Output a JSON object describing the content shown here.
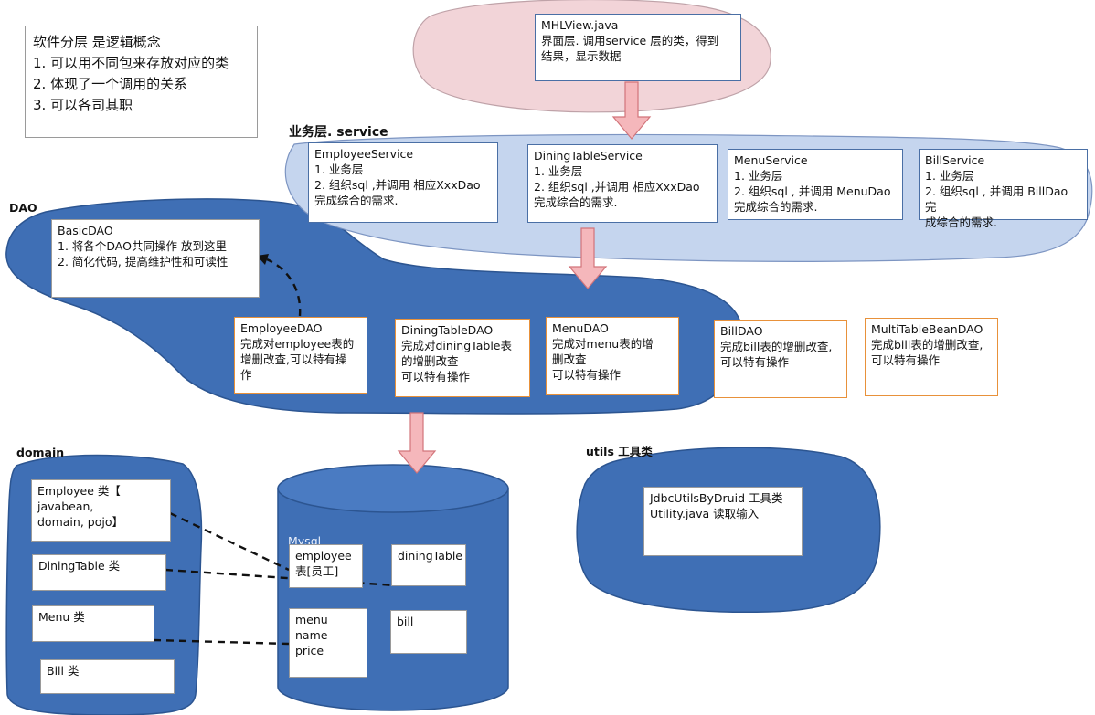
{
  "notes": {
    "heading": "软件分层 是逻辑概念",
    "items": [
      "1. 可以用不同包来存放对应的类",
      "2. 体现了一个调用的关系",
      "3. 可以各司其职"
    ]
  },
  "view": {
    "lines": [
      "MHLView.java",
      "界面层. 调用service 层的类，得到",
      "结果，显示数据"
    ]
  },
  "service": {
    "label": "业务层.  service",
    "boxes": [
      {
        "lines": [
          "EmployeeService",
          "1. 业务层",
          "2. 组织sql ,并调用 相应XxxDao",
          "完成综合的需求."
        ]
      },
      {
        "lines": [
          "DiningTableService",
          "1. 业务层",
          "2. 组织sql ,并调用 相应XxxDao",
          "完成综合的需求."
        ]
      },
      {
        "lines": [
          "MenuService",
          "1. 业务层",
          "2. 组织sql , 并调用 MenuDao",
          "完成综合的需求."
        ]
      },
      {
        "lines": [
          "BillService",
          "1. 业务层",
          "2. 组织sql , 并调用 BillDao 完",
          "成综合的需求."
        ]
      }
    ]
  },
  "dao": {
    "label": "DAO",
    "basic": {
      "lines": [
        "BasicDAO",
        "1. 将各个DAO共同操作 放到这里",
        "2. 简化代码, 提高维护性和可读性"
      ]
    },
    "boxes": [
      {
        "lines": [
          "EmployeeDAO",
          "完成对employee表的",
          "增删改查,可以特有操",
          "作"
        ]
      },
      {
        "lines": [
          "DiningTableDAO",
          "完成对diningTable表",
          "的增删改查",
          "可以特有操作"
        ]
      },
      {
        "lines": [
          "MenuDAO",
          "完成对menu表的增",
          "删改查",
          "可以特有操作"
        ]
      },
      {
        "lines": [
          "BillDAO",
          "完成bill表的增删改查,",
          "可以特有操作"
        ]
      },
      {
        "lines": [
          "MultiTableBeanDAO",
          "完成bill表的增删改查,",
          "可以特有操作"
        ]
      }
    ]
  },
  "domain": {
    "label": "domain",
    "boxes": [
      {
        "lines": [
          "Employee 类【 javabean,",
          "domain, pojo】"
        ]
      },
      {
        "lines": [
          "DiningTable 类"
        ]
      },
      {
        "lines": [
          "Menu 类"
        ]
      },
      {
        "lines": [
          "Bill 类"
        ]
      }
    ]
  },
  "db": {
    "label": "Mysql",
    "tables": [
      {
        "lines": [
          "employee",
          "表[员工]"
        ]
      },
      {
        "lines": [
          "diningTable"
        ]
      },
      {
        "lines": [
          "menu",
          "name",
          "price"
        ]
      },
      {
        "lines": [
          "bill"
        ]
      }
    ]
  },
  "utils": {
    "label": "utils 工具类",
    "box": {
      "lines": [
        "JdbcUtilsByDruid 工具类",
        "Utility.java 读取输入"
      ]
    }
  },
  "colors": {
    "view_fill": "#f2d4d8",
    "service_fill": "#c5d5ee",
    "blob_fill": "#3f6fb5",
    "blob_stroke": "#2c5591",
    "arrow_fill": "#f5b7bb",
    "arrow_stroke": "#d2747a",
    "orange_border": "#e8913a"
  }
}
